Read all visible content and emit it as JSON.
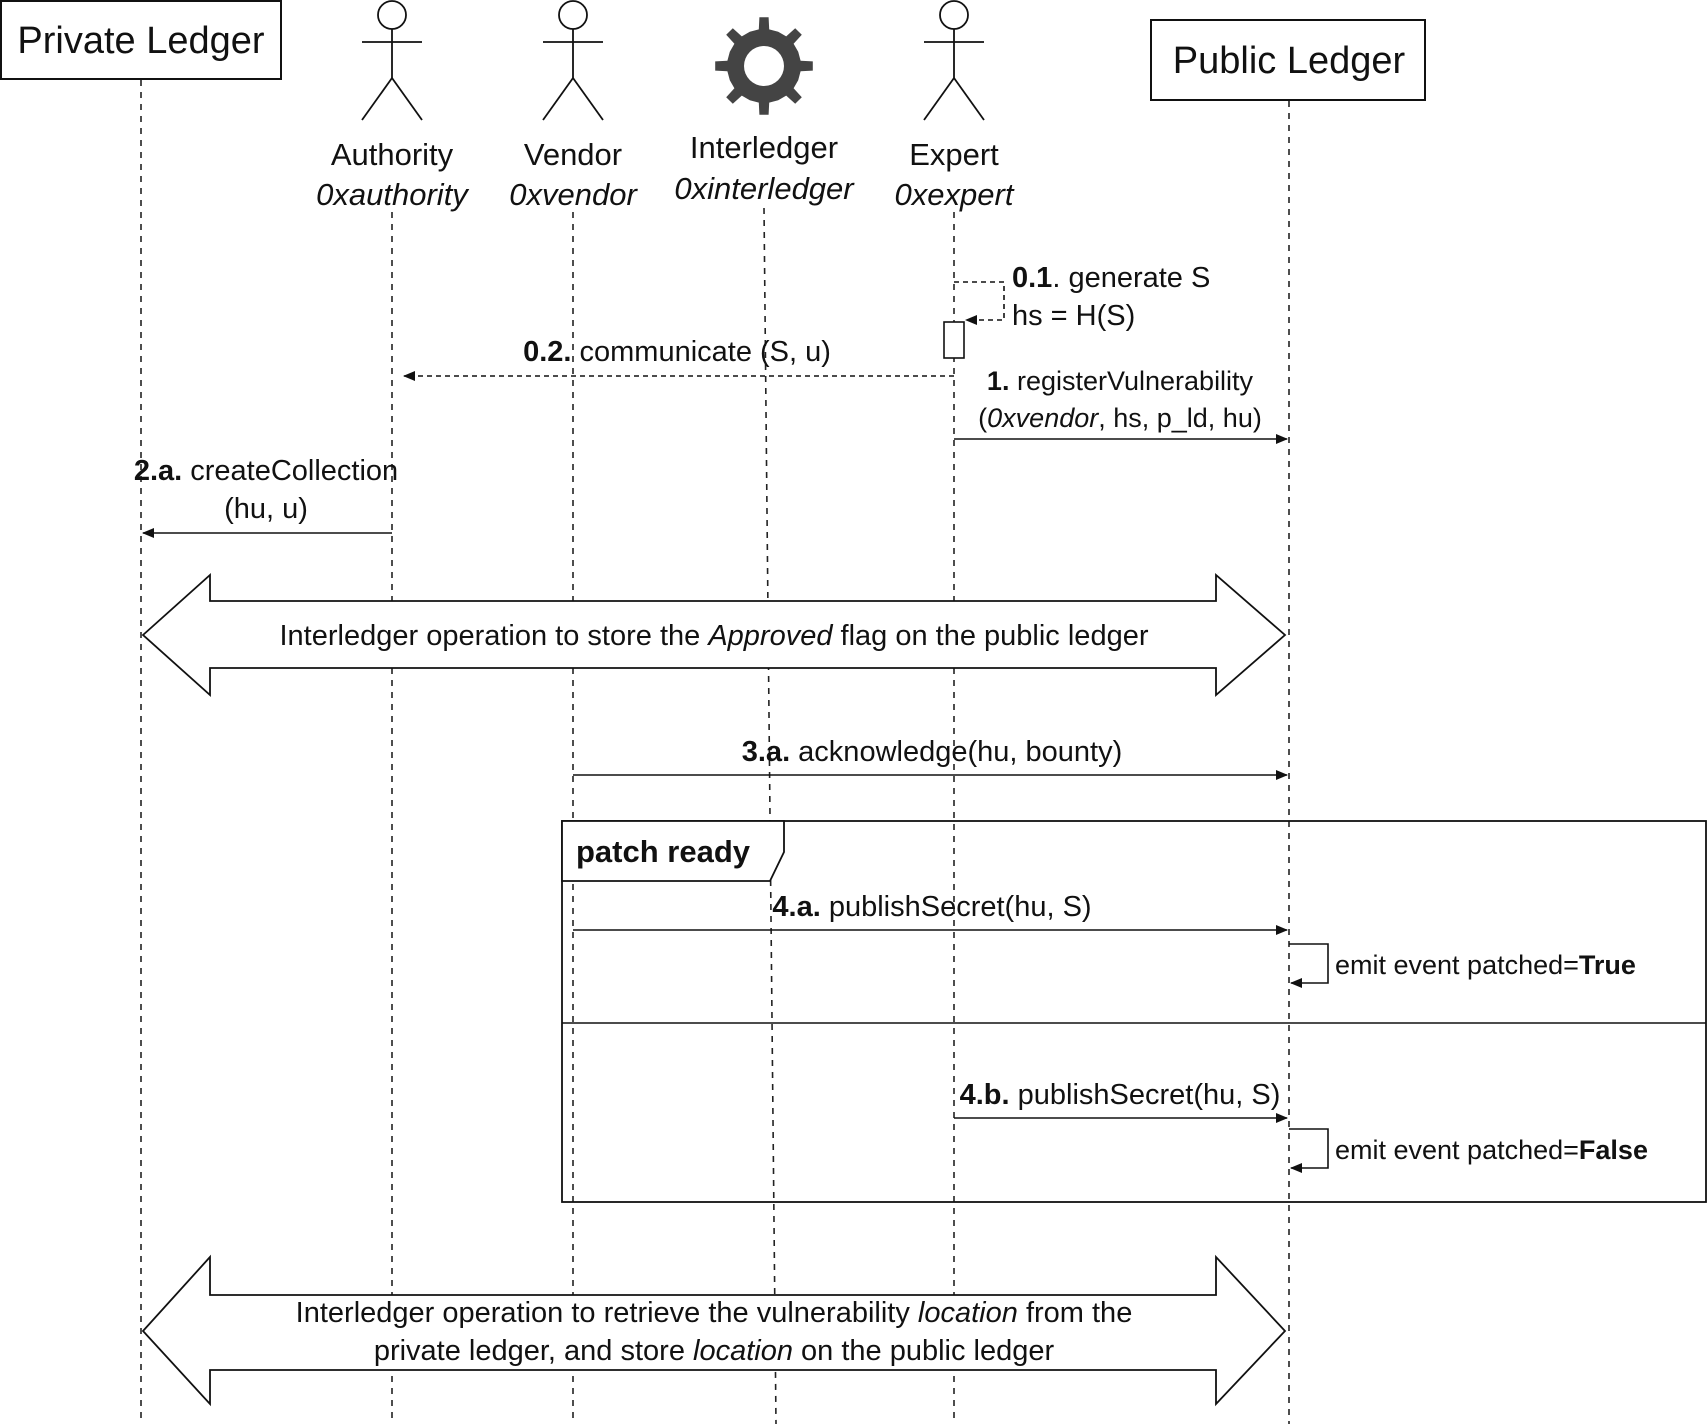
{
  "participants": {
    "private_ledger": {
      "name": "Private Ledger"
    },
    "authority": {
      "name": "Authority",
      "address": "0xauthority"
    },
    "vendor": {
      "name": "Vendor",
      "address": "0xvendor"
    },
    "interledger": {
      "name": "Interledger",
      "address": "0xinterledger"
    },
    "expert": {
      "name": "Expert",
      "address": "0xexpert"
    },
    "public_ledger": {
      "name": "Public Ledger"
    }
  },
  "messages": {
    "m01": {
      "step": "0.1",
      "line1": ". generate S",
      "line2": "hs = H(S)"
    },
    "m02": {
      "step": "0.2.",
      "text": " communicate (S, u)"
    },
    "m1": {
      "step": "1.",
      "line1": " registerVulnerability",
      "open": "(",
      "vendor": "0xvendor",
      "rest": ", hs, p_ld, hu)"
    },
    "m2a": {
      "step": "2.a.",
      "line1": " createCollection",
      "line2": "(hu, u)"
    },
    "m3a": {
      "step": "3.a.",
      "text": " acknowledge(hu, bounty)"
    },
    "m4a": {
      "step": "4.a.",
      "text": " publishSecret(hu, S)"
    },
    "m4b": {
      "step": "4.b.",
      "text": " publishSecret(hu, S)"
    }
  },
  "events": {
    "patched_true": {
      "prefix": "emit event patched=",
      "value": "True"
    },
    "patched_false": {
      "prefix": "emit event patched=",
      "value": "False"
    }
  },
  "interledger_ops": {
    "approved": {
      "pre": "Interledger operation to store the ",
      "em": "Approved",
      "post": " flag on the public ledger"
    },
    "location": {
      "l1_pre": "Interledger operation to retrieve the vulnerability ",
      "l1_em": "location",
      "l1_post": " from the",
      "l2_pre": "private ledger, and store ",
      "l2_em": "location",
      "l2_post": " on the public ledger"
    }
  },
  "fragment": {
    "label": "patch ready"
  },
  "icons": {
    "interledger": "gear-icon",
    "actor": "stick-figure-icon"
  },
  "colors": {
    "line": "#111111",
    "background": "#ffffff"
  }
}
